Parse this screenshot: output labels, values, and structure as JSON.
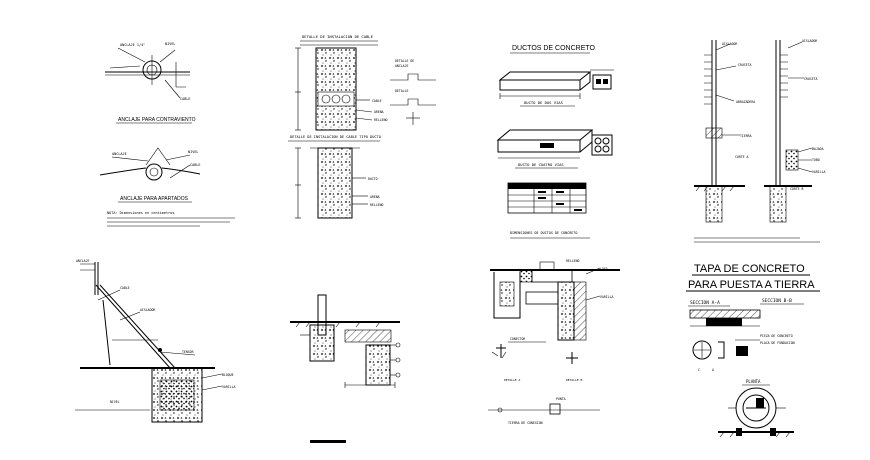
{
  "sheet": {
    "background": "#ffffff",
    "ink": "#000000"
  },
  "detail_1": {
    "title_top": "ANCLAJE PARA CONTRAVIENTO",
    "title_bottom": "ANCLAJE PARA APARTADOS",
    "note": "NOTA: Dimensiones en centimetros"
  },
  "detail_2": {
    "title_top": "DETALLE DE INSTALACION DE CABLE",
    "title_middle": "DETALLE DE INSTALACION DE CABLE TIPO DUCTO"
  },
  "detail_3": {
    "title": "DUCTOS DE CONCRETO",
    "caption_two_way": "DUCTO DE DOS VIAS",
    "caption_four_way": "DUCTO DE CUATRO VIAS",
    "table_note": "DIMENSIONES DE DUCTOS DE CONCRETO"
  },
  "detail_4": {
    "label_left": "CORTE A",
    "label_right": "CORTE B"
  },
  "detail_8": {
    "title_line1": "TAPA DE CONCRETO",
    "title_line2": "PARA PUESTA A TIERRA",
    "section_a": "SECCION A-A",
    "section_b": "SECCION B-B",
    "plan": "PLANTA"
  }
}
